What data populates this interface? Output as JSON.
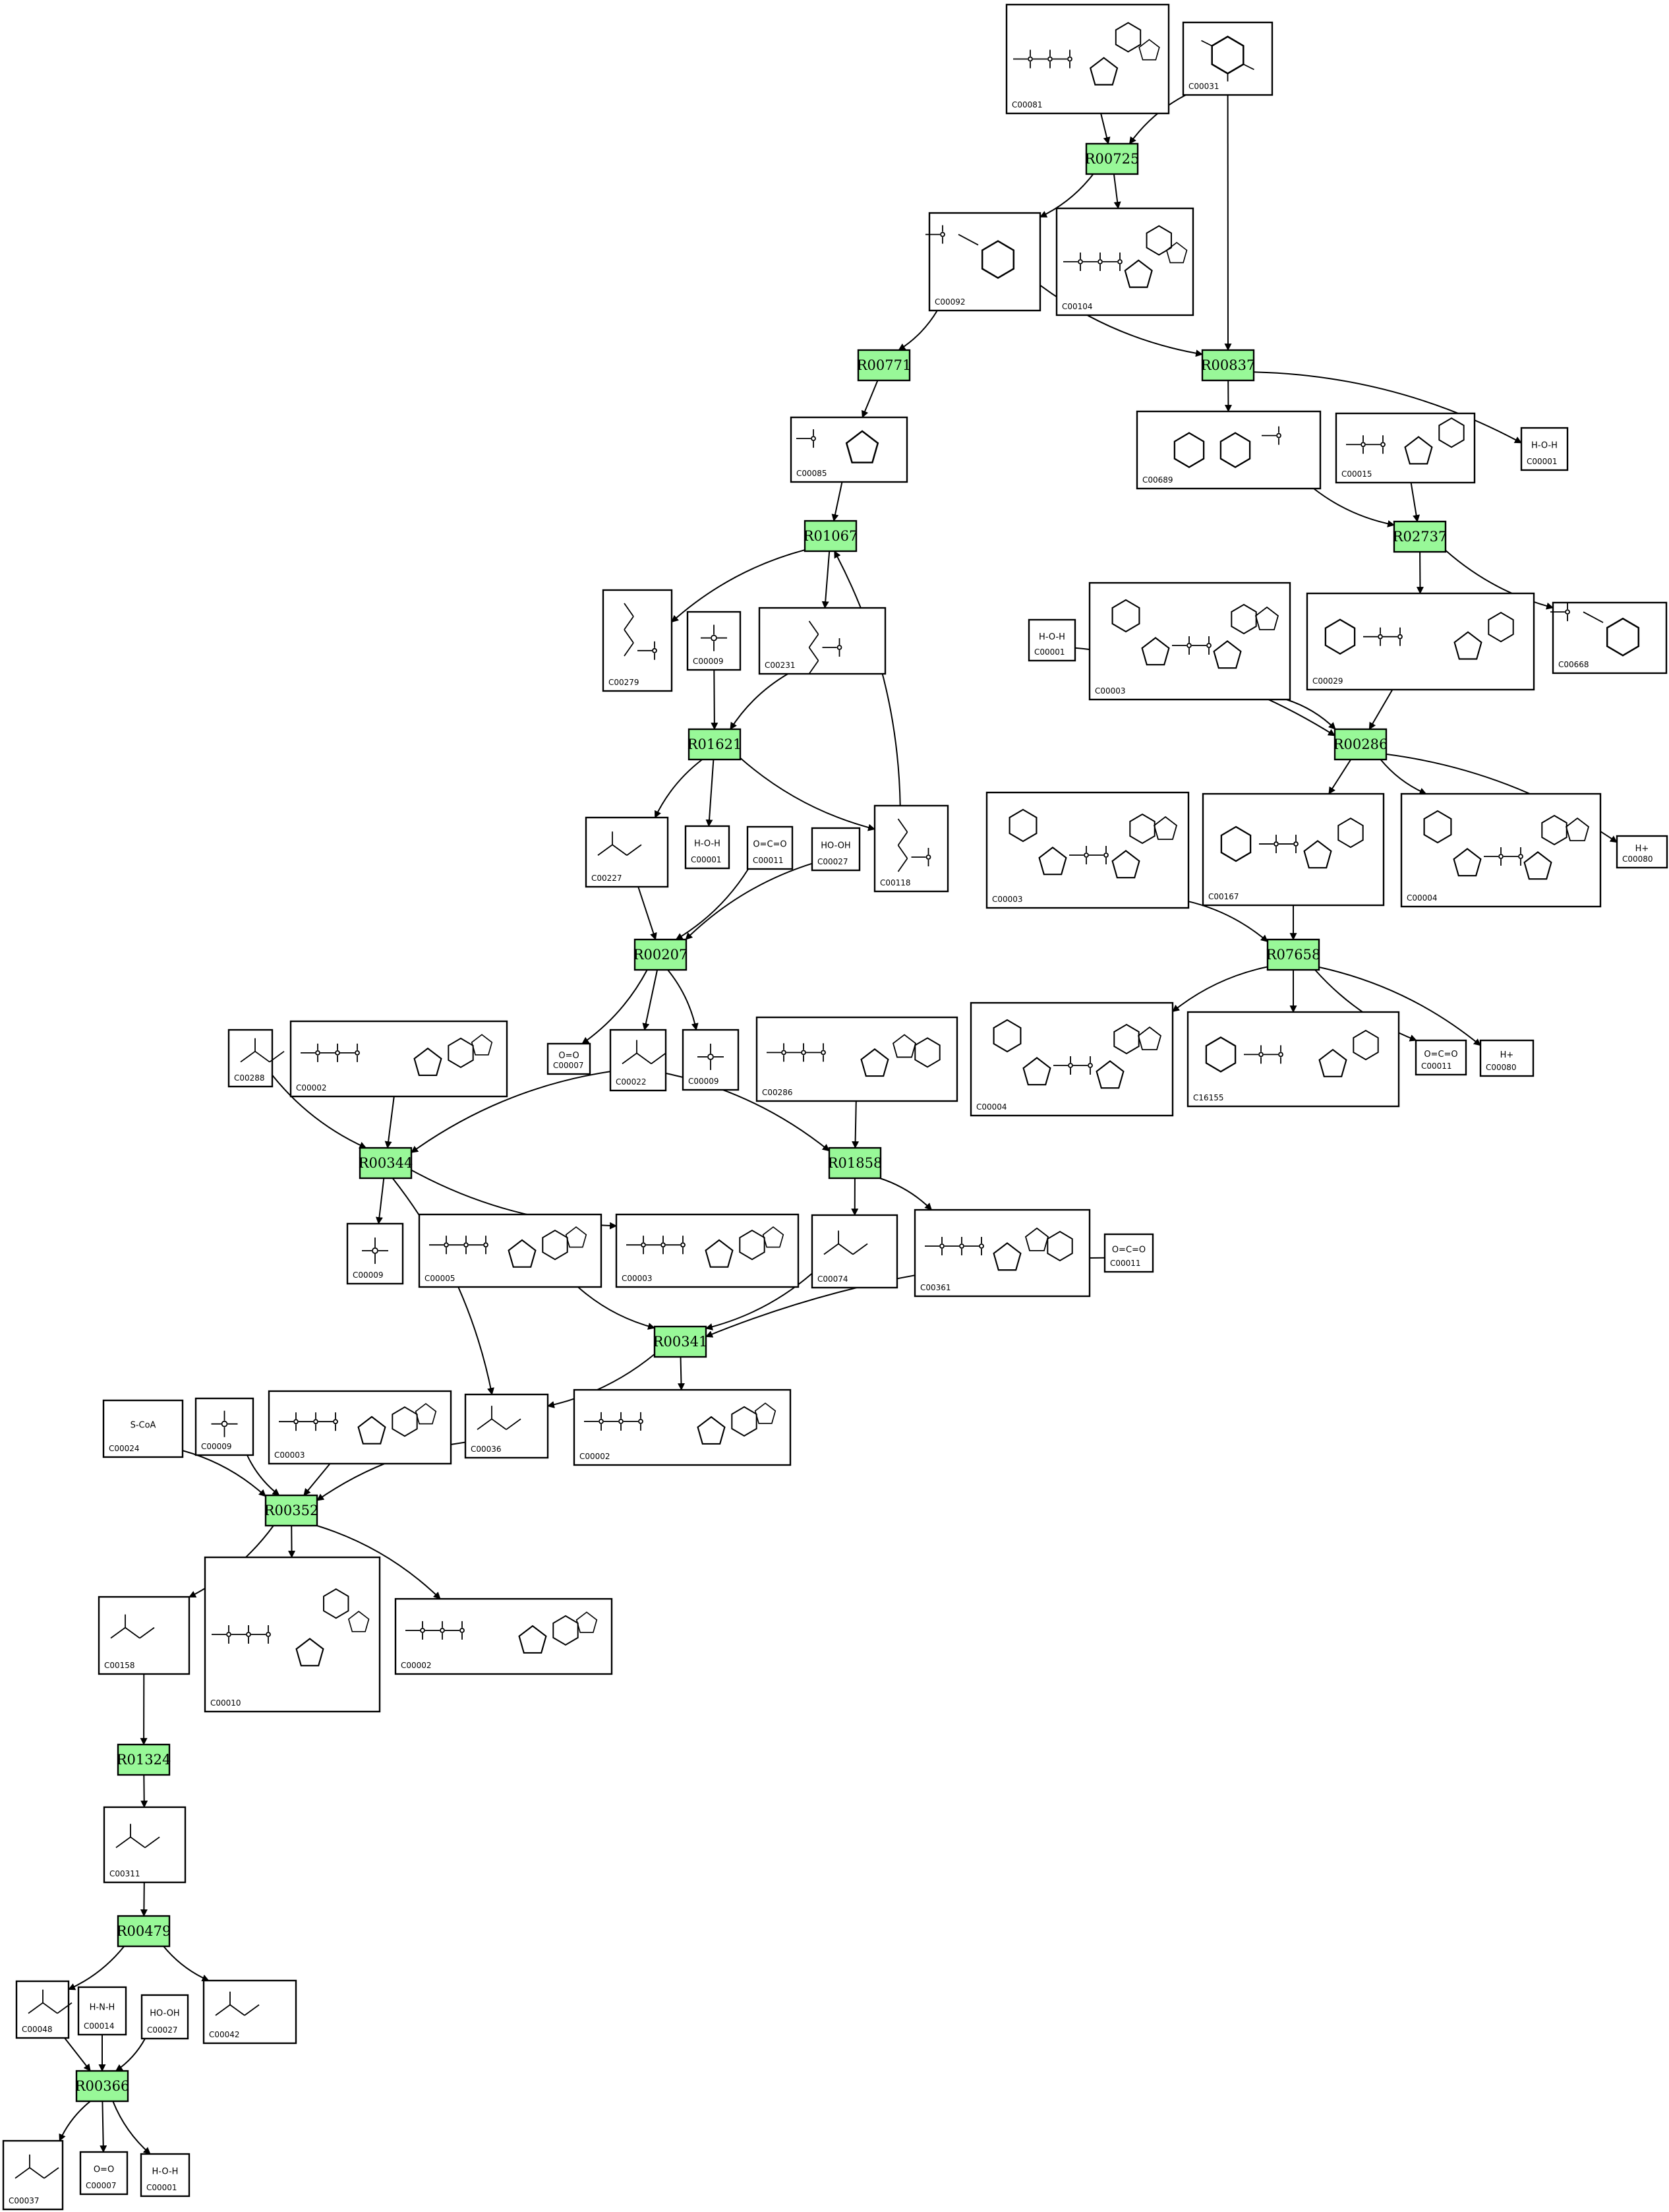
{
  "reaction_fill": "#98f898",
  "reactions": [
    {
      "id": "R00725"
    },
    {
      "id": "R00771"
    },
    {
      "id": "R00837"
    },
    {
      "id": "R01067"
    },
    {
      "id": "R02737"
    },
    {
      "id": "R01621"
    },
    {
      "id": "R00286"
    },
    {
      "id": "R00207"
    },
    {
      "id": "R07658"
    },
    {
      "id": "R00344"
    },
    {
      "id": "R01858"
    },
    {
      "id": "R00341"
    },
    {
      "id": "R00352"
    },
    {
      "id": "R01324"
    },
    {
      "id": "R00479"
    },
    {
      "id": "R00366"
    }
  ],
  "compounds": [
    {
      "id": "C00081",
      "label": "C00081",
      "formula": ""
    },
    {
      "id": "C00031",
      "label": "C00031",
      "formula": ""
    },
    {
      "id": "C00092",
      "label": "C00092",
      "formula": ""
    },
    {
      "id": "C00104",
      "label": "C00104",
      "formula": ""
    },
    {
      "id": "C00085",
      "label": "C00085",
      "formula": ""
    },
    {
      "id": "C00689",
      "label": "C00689",
      "formula": ""
    },
    {
      "id": "C00015",
      "label": "C00015",
      "formula": ""
    },
    {
      "id": "C00001a",
      "label": "C00001",
      "formula": "H-O-H"
    },
    {
      "id": "C00279",
      "label": "C00279",
      "formula": ""
    },
    {
      "id": "C00009a",
      "label": "C00009",
      "formula": ""
    },
    {
      "id": "C00231",
      "label": "C00231",
      "formula": ""
    },
    {
      "id": "C00003a",
      "label": "C00003",
      "formula": ""
    },
    {
      "id": "C00029",
      "label": "C00029",
      "formula": ""
    },
    {
      "id": "C00668",
      "label": "C00668",
      "formula": ""
    },
    {
      "id": "C00001b",
      "label": "C00001",
      "formula": "H-O-H"
    },
    {
      "id": "C00227",
      "label": "C00227",
      "formula": ""
    },
    {
      "id": "C00001c",
      "label": "C00001",
      "formula": "H-O-H"
    },
    {
      "id": "C00011a",
      "label": "C00011",
      "formula": "O=C=O"
    },
    {
      "id": "C00027a",
      "label": "C00027",
      "formula": "HO-OH"
    },
    {
      "id": "C00118",
      "label": "C00118",
      "formula": ""
    },
    {
      "id": "C00003b",
      "label": "C00003",
      "formula": ""
    },
    {
      "id": "C00167",
      "label": "C00167",
      "formula": ""
    },
    {
      "id": "C00004a",
      "label": "C00004",
      "formula": ""
    },
    {
      "id": "C00080a",
      "label": "C00080",
      "formula": "H+"
    },
    {
      "id": "C00288",
      "label": "C00288",
      "formula": ""
    },
    {
      "id": "C00002a",
      "label": "C00002",
      "formula": ""
    },
    {
      "id": "C00007a",
      "label": "C00007",
      "formula": "O=O"
    },
    {
      "id": "C00022",
      "label": "C00022",
      "formula": ""
    },
    {
      "id": "C00009b",
      "label": "C00009",
      "formula": ""
    },
    {
      "id": "C00286",
      "label": "C00286",
      "formula": ""
    },
    {
      "id": "C00004b",
      "label": "C00004",
      "formula": ""
    },
    {
      "id": "C16155",
      "label": "C16155",
      "formula": ""
    },
    {
      "id": "C00011b",
      "label": "C00011",
      "formula": "O=C=O"
    },
    {
      "id": "C00080b",
      "label": "C00080",
      "formula": "H+"
    },
    {
      "id": "C00009c",
      "label": "C00009",
      "formula": ""
    },
    {
      "id": "C00005",
      "label": "C00005",
      "formula": ""
    },
    {
      "id": "C00003c",
      "label": "C00003",
      "formula": ""
    },
    {
      "id": "C00074",
      "label": "C00074",
      "formula": ""
    },
    {
      "id": "C00361",
      "label": "C00361",
      "formula": ""
    },
    {
      "id": "C00011c",
      "label": "C00011",
      "formula": "O=C=O"
    },
    {
      "id": "C00024",
      "label": "C00024",
      "formula": "S-CoA"
    },
    {
      "id": "C00009d",
      "label": "C00009",
      "formula": ""
    },
    {
      "id": "C00003d",
      "label": "C00003",
      "formula": ""
    },
    {
      "id": "C00036",
      "label": "C00036",
      "formula": ""
    },
    {
      "id": "C00002b",
      "label": "C00002",
      "formula": ""
    },
    {
      "id": "C00158",
      "label": "C00158",
      "formula": ""
    },
    {
      "id": "C00010",
      "label": "C00010",
      "formula": ""
    },
    {
      "id": "C00002c",
      "label": "C00002",
      "formula": ""
    },
    {
      "id": "C00311",
      "label": "C00311",
      "formula": ""
    },
    {
      "id": "C00048",
      "label": "C00048",
      "formula": ""
    },
    {
      "id": "C00014",
      "label": "C00014",
      "formula": "H-N-H"
    },
    {
      "id": "C00027b",
      "label": "C00027",
      "formula": "HO-OH"
    },
    {
      "id": "C00042",
      "label": "C00042",
      "formula": ""
    },
    {
      "id": "C00037",
      "label": "C00037",
      "formula": ""
    },
    {
      "id": "C00007b",
      "label": "C00007",
      "formula": "O=O"
    },
    {
      "id": "C00001d",
      "label": "C00001",
      "formula": "H-O-H"
    }
  ],
  "edges": [
    [
      "C00081",
      "R00725"
    ],
    [
      "C00031",
      "R00725"
    ],
    [
      "R00725",
      "C00092"
    ],
    [
      "R00725",
      "C00104"
    ],
    [
      "C00092",
      "R00771"
    ],
    [
      "C00092",
      "R00837"
    ],
    [
      "C00031",
      "R00837"
    ],
    [
      "R00837",
      "C00689"
    ],
    [
      "R00837",
      "C00001a"
    ],
    [
      "R00771",
      "C00085"
    ],
    [
      "C00085",
      "R01067"
    ],
    [
      "C00689",
      "R02737"
    ],
    [
      "C00015",
      "R02737"
    ],
    [
      "R01067",
      "C00279"
    ],
    [
      "R01067",
      "C00231"
    ],
    [
      "C00118",
      "R01067"
    ],
    [
      "R02737",
      "C00029"
    ],
    [
      "R02737",
      "C00668"
    ],
    [
      "C00009a",
      "R01621"
    ],
    [
      "C00231",
      "R01621"
    ],
    [
      "C00003a",
      "R00286"
    ],
    [
      "C00029",
      "R00286"
    ],
    [
      "C00001b",
      "R00286"
    ],
    [
      "R01621",
      "C00227"
    ],
    [
      "R01621",
      "C00001c"
    ],
    [
      "R01621",
      "C00118"
    ],
    [
      "R00286",
      "C00167"
    ],
    [
      "R00286",
      "C00004a"
    ],
    [
      "R00286",
      "C00080a"
    ],
    [
      "C00227",
      "R00207"
    ],
    [
      "C00011a",
      "R00207"
    ],
    [
      "C00027a",
      "R00207"
    ],
    [
      "C00003b",
      "R07658"
    ],
    [
      "C00167",
      "R07658"
    ],
    [
      "R00207",
      "C00007a"
    ],
    [
      "R00207",
      "C00022"
    ],
    [
      "R00207",
      "C00009b"
    ],
    [
      "R07658",
      "C00004b"
    ],
    [
      "R07658",
      "C16155"
    ],
    [
      "R07658",
      "C00011b"
    ],
    [
      "R07658",
      "C00080b"
    ],
    [
      "C00288",
      "R00344"
    ],
    [
      "C00002a",
      "R00344"
    ],
    [
      "C00022",
      "R00344"
    ],
    [
      "C00022",
      "R01858"
    ],
    [
      "C00286",
      "R01858"
    ],
    [
      "R00344",
      "C00009c"
    ],
    [
      "R00344",
      "C00003c"
    ],
    [
      "R00344",
      "C00036"
    ],
    [
      "R01858",
      "C00074"
    ],
    [
      "R01858",
      "C00361"
    ],
    [
      "C00005",
      "R00341"
    ],
    [
      "C00074",
      "R00341"
    ],
    [
      "C00011c",
      "R00341"
    ],
    [
      "R00341",
      "C00036"
    ],
    [
      "R00341",
      "C00002b"
    ],
    [
      "C00024",
      "R00352"
    ],
    [
      "C00009d",
      "R00352"
    ],
    [
      "C00003d",
      "R00352"
    ],
    [
      "C00036",
      "R00352"
    ],
    [
      "R00352",
      "C00158"
    ],
    [
      "R00352",
      "C00010"
    ],
    [
      "R00352",
      "C00002c"
    ],
    [
      "C00158",
      "R01324"
    ],
    [
      "R01324",
      "C00311"
    ],
    [
      "C00311",
      "R00479"
    ],
    [
      "R00479",
      "C00048"
    ],
    [
      "R00479",
      "C00042"
    ],
    [
      "C00048",
      "R00366"
    ],
    [
      "C00014",
      "R00366"
    ],
    [
      "C00027b",
      "R00366"
    ],
    [
      "R00366",
      "C00037"
    ],
    [
      "R00366",
      "C00007b"
    ],
    [
      "R00366",
      "C00001d"
    ]
  ]
}
